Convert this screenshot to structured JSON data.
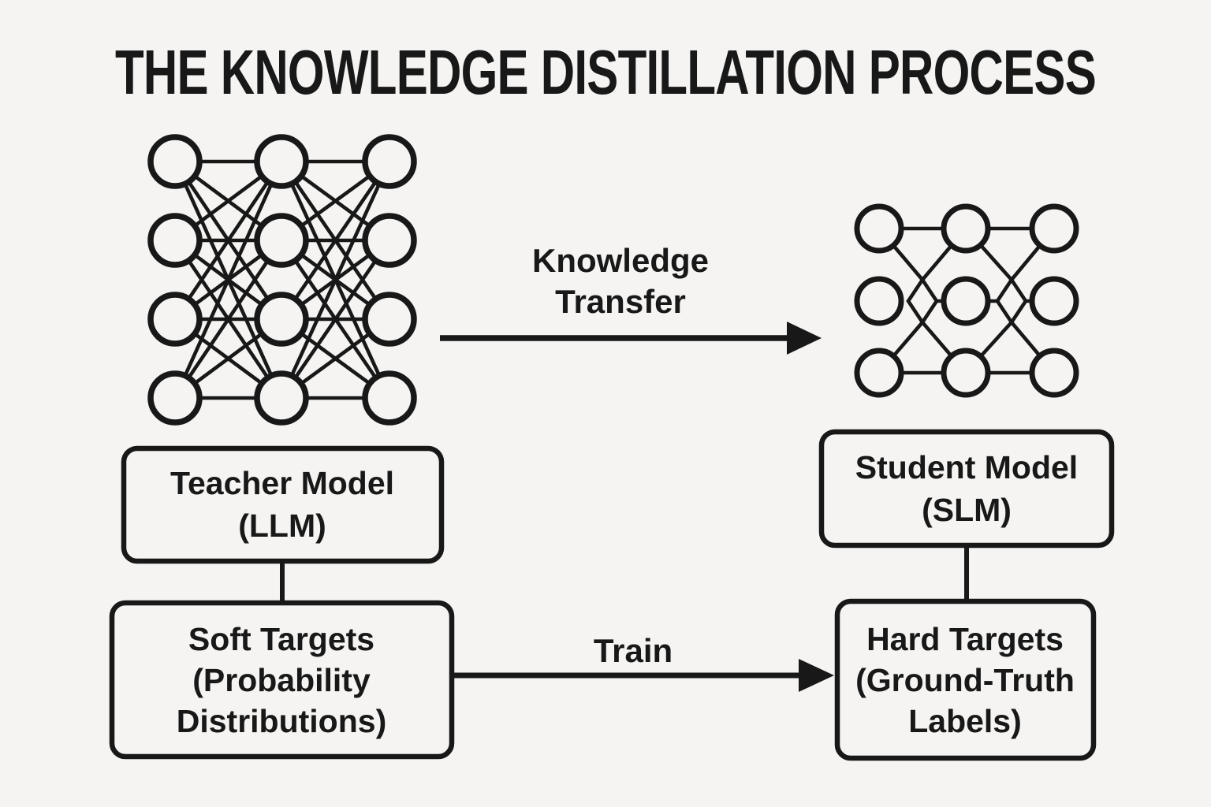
{
  "title": "THE KNOWLEDGE DISTILLATION PROCESS",
  "colors": {
    "ink": "#181818",
    "background": "#f5f4f2"
  },
  "teacher_network": {
    "layers": 3,
    "nodes_per_layer": 4,
    "connectivity": "fully-connected"
  },
  "student_network": {
    "rows": 3,
    "columns": 3,
    "connectivity": "sparse-lattice"
  },
  "arrows": {
    "knowledge_transfer": {
      "label_line1": "Knowledge",
      "label_line2": "Transfer"
    },
    "train": {
      "label": "Train"
    }
  },
  "boxes": {
    "teacher_model": {
      "line1": "Teacher Model",
      "line2": "(LLM)"
    },
    "student_model": {
      "line1": "Student Model",
      "line2": "(SLM)"
    },
    "soft_targets": {
      "line1": "Soft Targets",
      "line2": "(Probability",
      "line3": "Distributions)"
    },
    "hard_targets": {
      "line1": "Hard Targets",
      "line2": "(Ground-Truth",
      "line3": "Labels)"
    }
  }
}
